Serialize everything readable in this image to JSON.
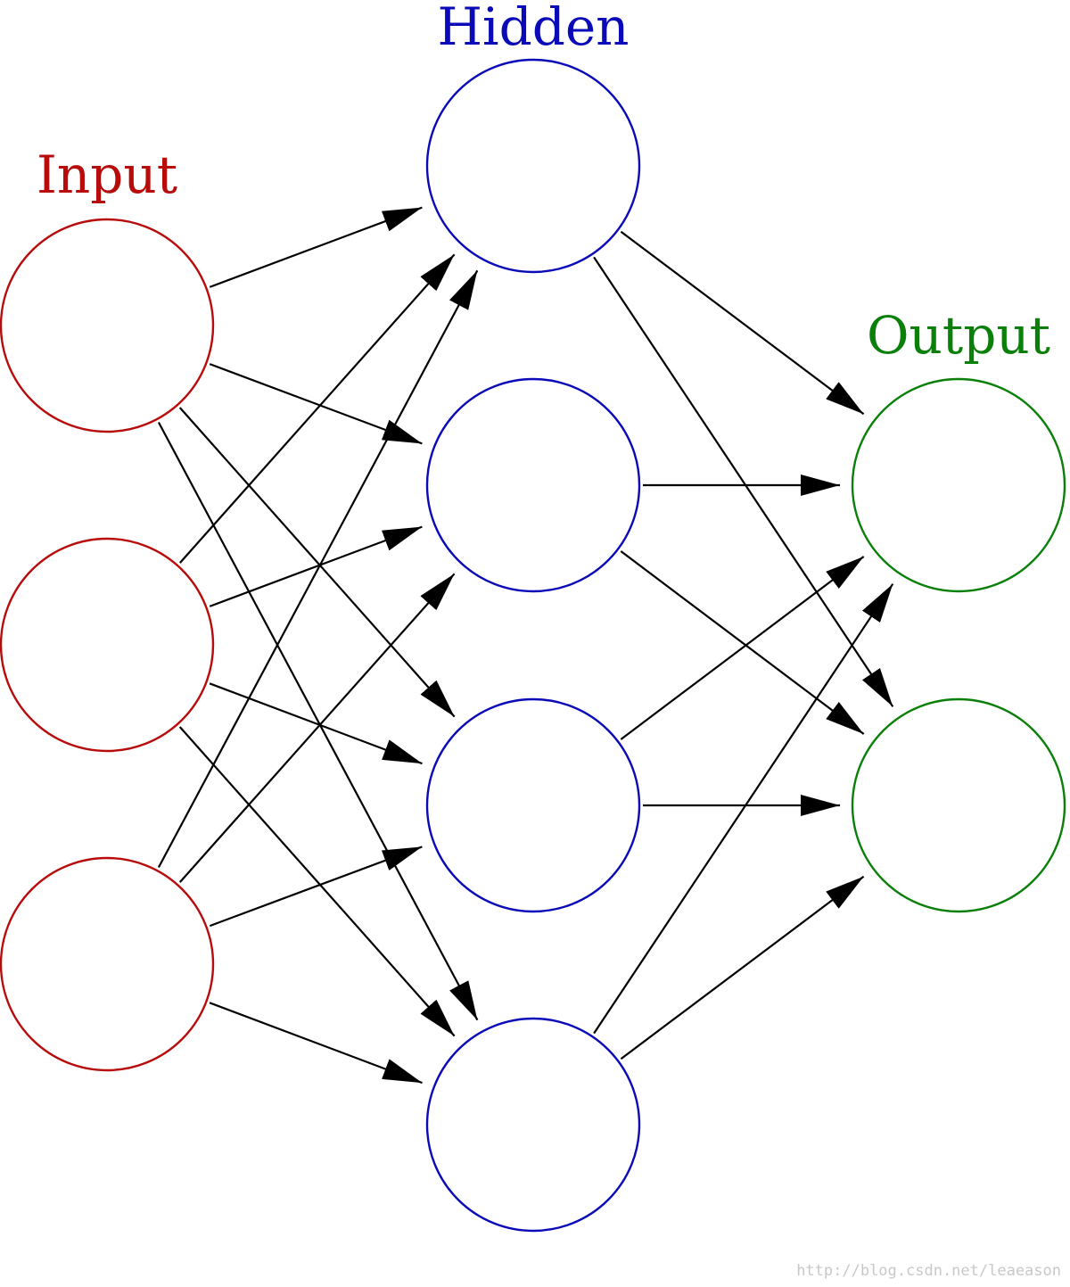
{
  "layers": [
    {
      "id": "input",
      "label": "Input",
      "color": "#b80c0c",
      "nodes": 3
    },
    {
      "id": "hidden",
      "label": "Hidden",
      "color": "#0a0ab8",
      "nodes": 4
    },
    {
      "id": "output",
      "label": "Output",
      "color": "#0a800a",
      "nodes": 2
    }
  ],
  "edge_color": "#000000",
  "connections": "fully-connected",
  "watermark": "http://blog.csdn.net/leaeason"
}
